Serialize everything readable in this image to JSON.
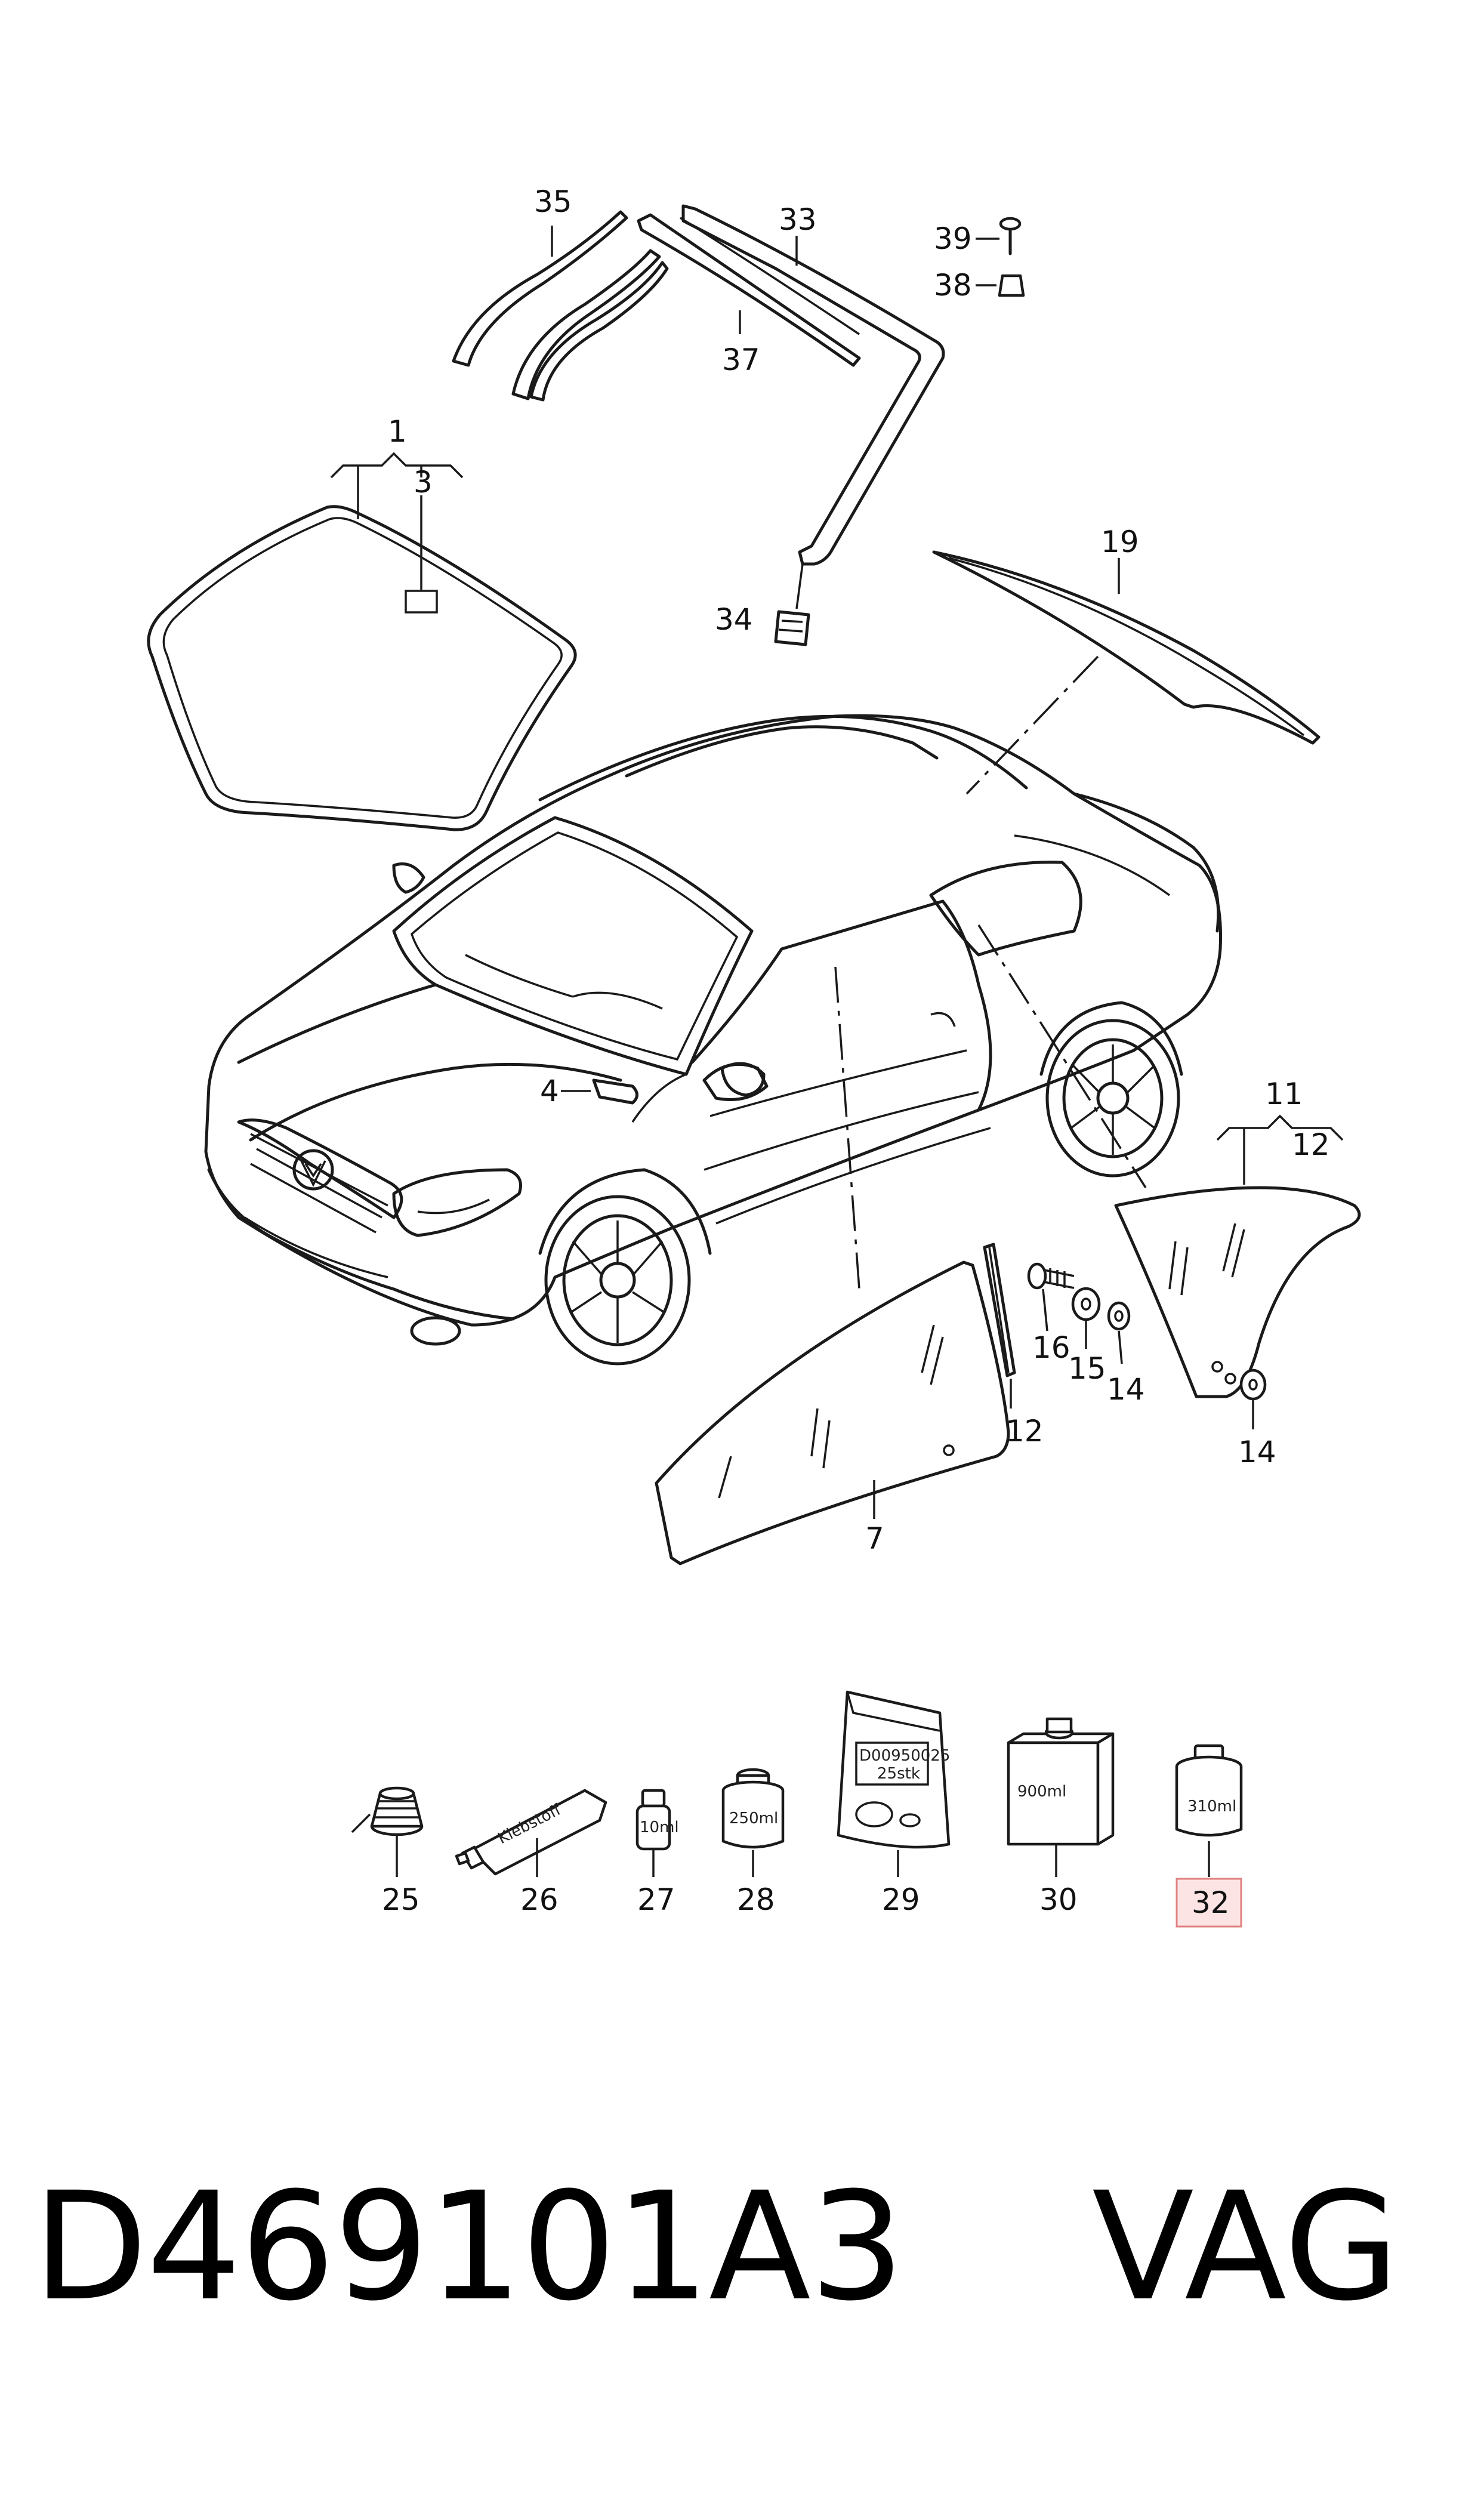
{
  "callouts": {
    "n1": "1",
    "n3": "3",
    "n4": "4",
    "n7": "7",
    "n11": "11",
    "n12a": "12",
    "n12b": "12",
    "n14a": "14",
    "n14b": "14",
    "n15": "15",
    "n16": "16",
    "n19": "19",
    "n25": "25",
    "n26": "26",
    "n27": "27",
    "n28": "28",
    "n29": "29",
    "n30": "30",
    "n32": "32",
    "n33": "33",
    "n34": "34",
    "n35": "35",
    "n37": "37",
    "n38": "38",
    "n39": "39"
  },
  "product_labels": {
    "tube": "Klebstoff",
    "vial": "10ml",
    "can": "250ml",
    "bag_line1": "D00950025",
    "bag_line2": "25stk",
    "box": "900ml",
    "tin": "310ml"
  },
  "footer": {
    "code": "D469101A3",
    "brand": "VAG"
  },
  "colors": {
    "line": "#1a1a1a",
    "highlight_fill": "#fde4e4",
    "highlight_stroke": "#e08080"
  }
}
